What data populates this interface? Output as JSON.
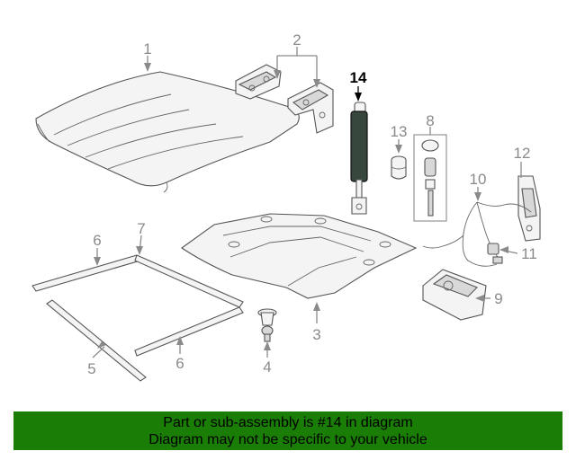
{
  "callouts": {
    "c1": "1",
    "c2": "2",
    "c3": "3",
    "c4": "4",
    "c5": "5",
    "c6a": "6",
    "c6b": "6",
    "c7": "7",
    "c8": "8",
    "c9": "9",
    "c10": "10",
    "c11": "11",
    "c12": "12",
    "c13": "13",
    "c14": "14"
  },
  "highlight_part": "14",
  "banner": {
    "line1": "Part or sub-assembly is #14 in diagram",
    "line2": "Diagram may not be specific to your vehicle"
  },
  "colors": {
    "banner_bg": "#197d06",
    "highlight_part": "#37473d",
    "callout_text": "#8a8a8a"
  }
}
